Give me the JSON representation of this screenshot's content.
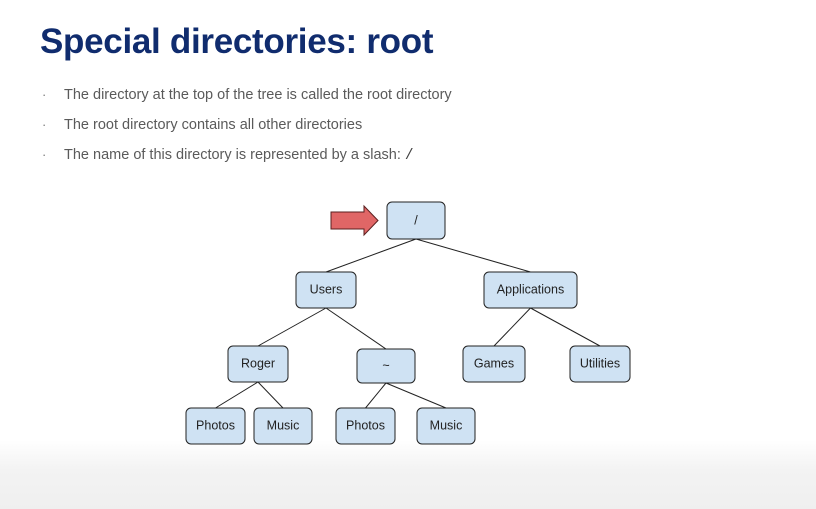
{
  "slide": {
    "title": "Special directories: root",
    "bullets": [
      {
        "text": "The directory at the top of the tree is called the root directory",
        "code": ""
      },
      {
        "text": "The root directory contains all other directories",
        "code": ""
      },
      {
        "text": "The name of this directory is represented by a slash: ",
        "code": "/"
      }
    ],
    "bullet_symbol": "·"
  },
  "tree": {
    "nodes": {
      "root": "/",
      "users": "Users",
      "applications": "Applications",
      "roger": "Roger",
      "tilde": "~",
      "games": "Games",
      "utilities": "Utilities",
      "roger_photos": "Photos",
      "roger_music": "Music",
      "tilde_photos": "Photos",
      "tilde_music": "Music"
    },
    "edges": [
      [
        "root",
        "users"
      ],
      [
        "root",
        "applications"
      ],
      [
        "users",
        "roger"
      ],
      [
        "users",
        "tilde"
      ],
      [
        "applications",
        "games"
      ],
      [
        "applications",
        "utilities"
      ],
      [
        "roger",
        "roger_photos"
      ],
      [
        "roger",
        "roger_music"
      ],
      [
        "tilde",
        "tilde_photos"
      ],
      [
        "tilde",
        "tilde_music"
      ]
    ],
    "highlight_arrow_target": "root"
  },
  "colors": {
    "title": "#102c6e",
    "bullet_text": "#5a5a5a",
    "node_fill": "#cfe2f3",
    "node_stroke": "#222222",
    "arrow_fill": "#e06666"
  }
}
